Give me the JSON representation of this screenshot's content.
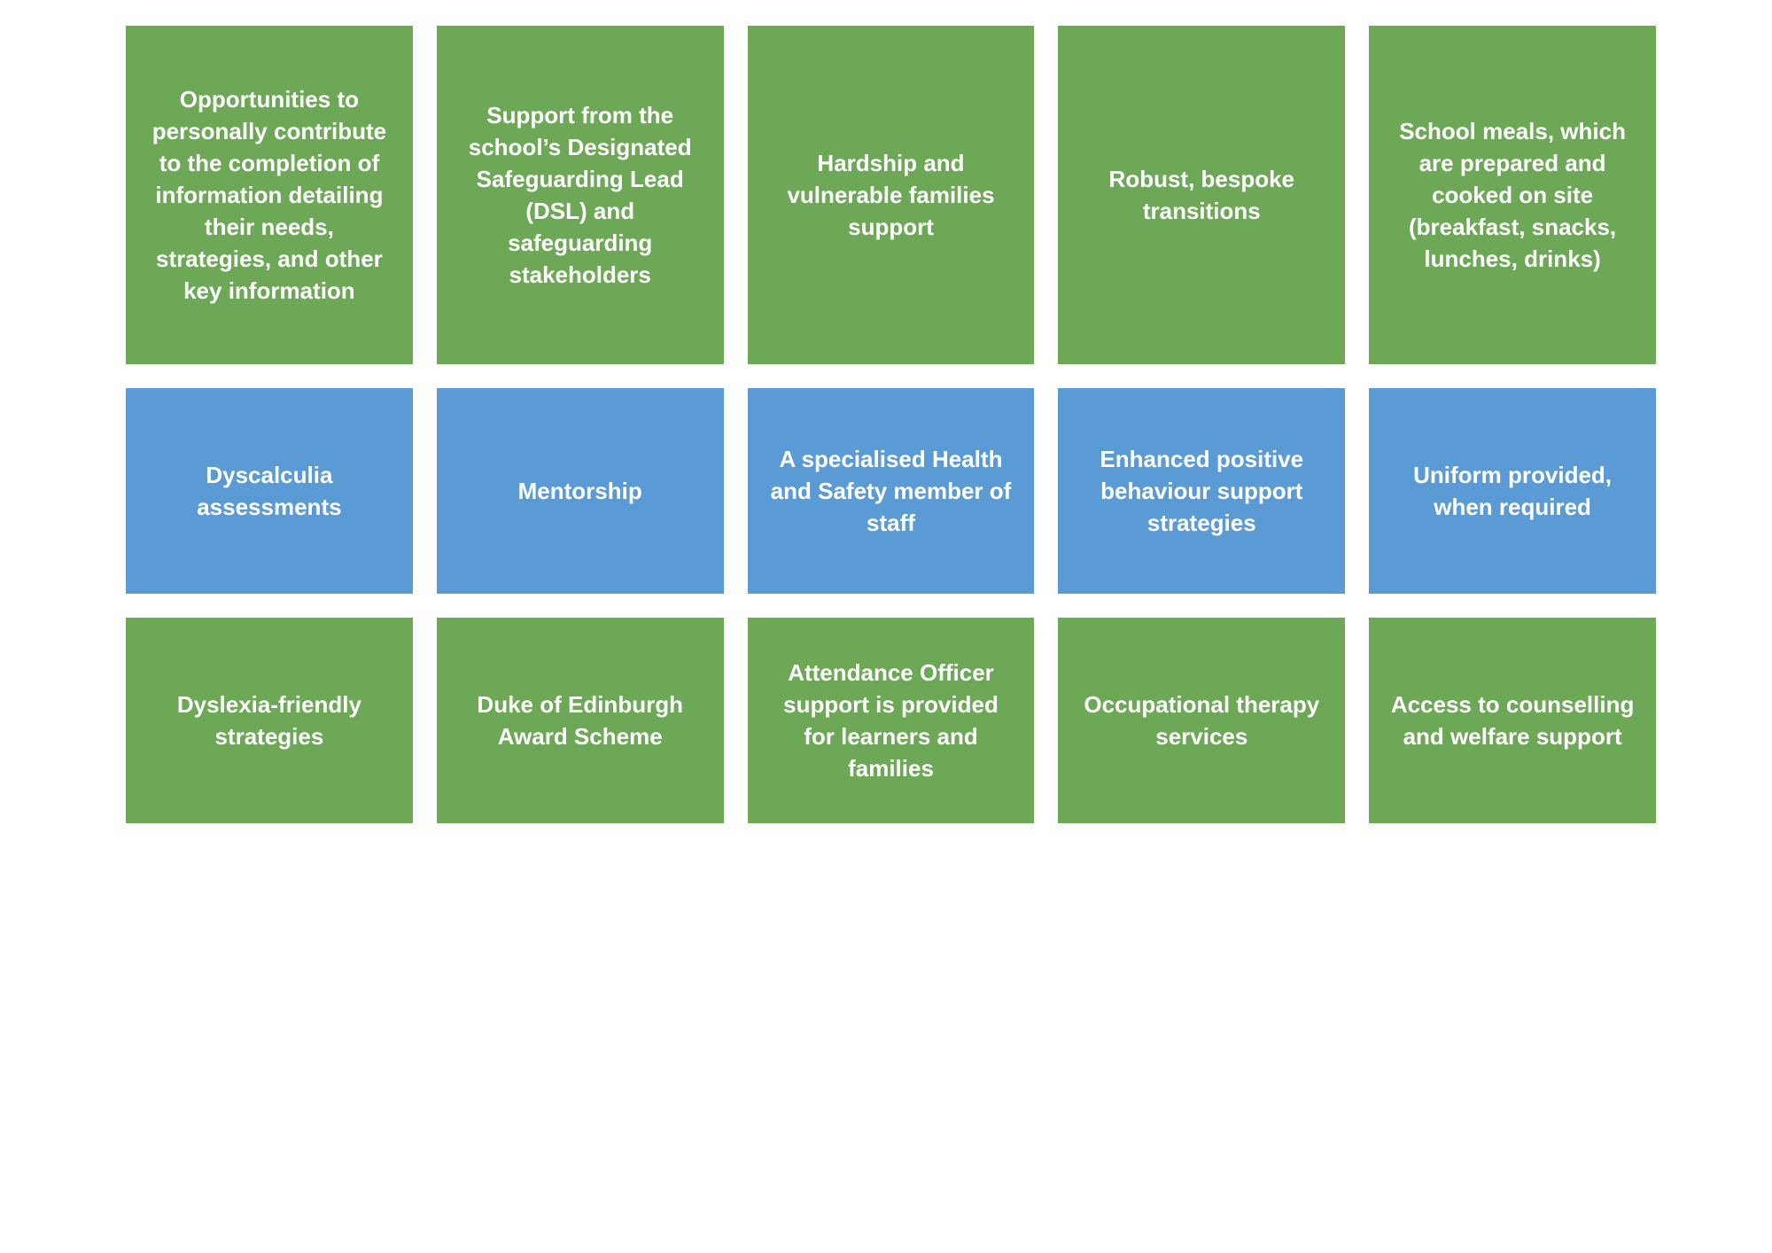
{
  "colors": {
    "green_tile": "#6da857",
    "blue_tile": "#5b9bd5",
    "text": "#ffffff",
    "background": "#ffffff"
  },
  "rows": [
    {
      "color": "green",
      "tiles": [
        "Opportunities to personally contribute to the completion of information detailing their needs, strategies, and other key information",
        "Support from the school’s Designated Safeguarding Lead (DSL) and safeguarding stakeholders",
        "Hardship and vulnerable families support",
        "Robust, bespoke transitions",
        "School meals, which are prepared and cooked on site (breakfast, snacks, lunches, drinks)"
      ]
    },
    {
      "color": "blue",
      "tiles": [
        "Dyscalculia assessments",
        "Mentorship",
        "A specialised Health and Safety member of staff",
        "Enhanced positive behaviour support strategies",
        "Uniform provided, when required"
      ]
    },
    {
      "color": "green",
      "tiles": [
        "Dyslexia-friendly strategies",
        "Duke of Edinburgh Award Scheme",
        "Attendance Officer support is provided for learners and families",
        "Occupational therapy services",
        "Access to counselling and welfare support"
      ]
    }
  ]
}
